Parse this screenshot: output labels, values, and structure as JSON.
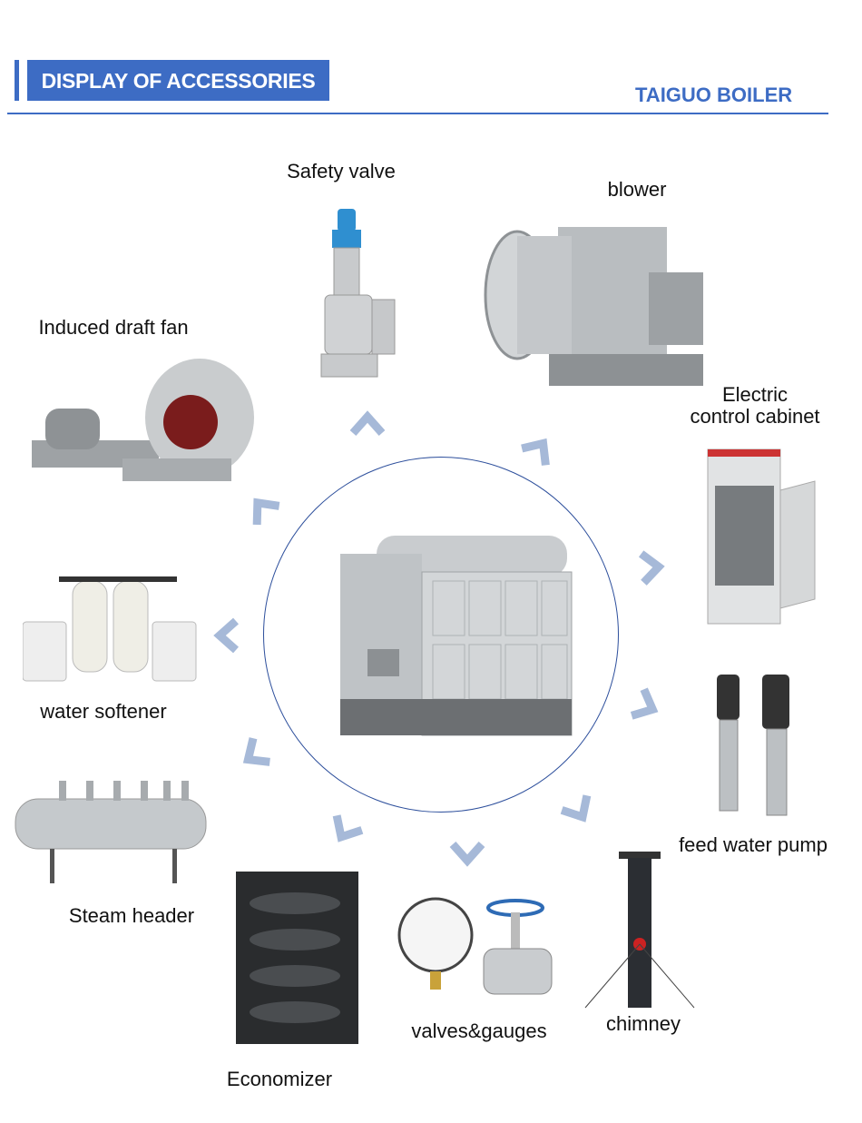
{
  "header": {
    "title": "DISPLAY OF ACCESSORIES",
    "brand": "TAIGUO BOILER"
  },
  "accent_color": "#3d6cc4",
  "arrow_color": "#a6b9d8",
  "center": {
    "name": "boiler"
  },
  "accessories": {
    "safety_valve": "Safety valve",
    "blower": "blower",
    "induced_draft_fan": "Induced draft fan",
    "electric_line1": "Electric",
    "electric_line2": "control cabinet",
    "water_softener": "water softener",
    "feed_water_pump": "feed water pump",
    "steam_header": "Steam header",
    "valves_gauges": "valves&gauges",
    "chimney": "chimney",
    "economizer": "Economizer"
  }
}
